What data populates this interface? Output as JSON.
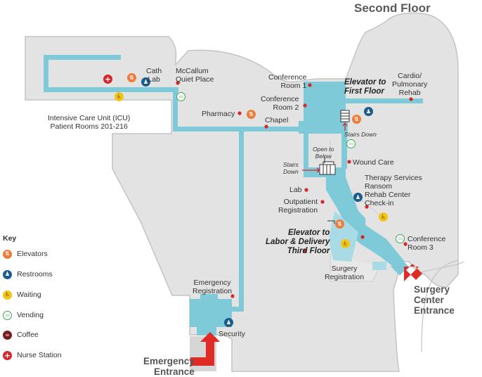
{
  "title": "Second Floor",
  "colors": {
    "floor": "#e3e3e3",
    "outline": "#c4c4c4",
    "corridor": "#7fcad9",
    "dot": "#d7262b",
    "arrow": "#e02a26",
    "elevator": "#f07c3c",
    "restroom": "#1d5d8e",
    "waiting": "#f2c416",
    "vending": "#3aa84a",
    "coffee": "#7a1a1a",
    "nurse": "#d7262b"
  },
  "key": {
    "title": "Key",
    "items": [
      {
        "icon": "elevator-icon",
        "label": "Elevators"
      },
      {
        "icon": "restroom-icon",
        "label": "Restrooms"
      },
      {
        "icon": "waiting-icon",
        "label": "Waiting"
      },
      {
        "icon": "vending-icon",
        "label": "Vending"
      },
      {
        "icon": "coffee-icon",
        "label": "Coffee"
      },
      {
        "icon": "nurse-station-icon",
        "label": "Nurse Station"
      }
    ]
  },
  "labels": {
    "cath_lab": "Cath\nLab",
    "mccallum": "McCallum\nQuiet Place",
    "icu": "Intensive Care Unit (ICU)\nPatient Rooms 201-216",
    "pharmacy": "Pharmacy",
    "chapel": "Chapel",
    "conf1": "Conference\nRoom 1",
    "conf2": "Conference\nRoom 2",
    "elevator_first": "Elevator to\nFirst Floor",
    "cardio": "Cardio/\nPulmonary\nRehab",
    "stairs_down_1": "Stairs Down",
    "open_below": "Open to\nBelow",
    "stairs_down_2": "Stairs\nDown",
    "wound_care": "Wound Care",
    "therapy": "Therapy Services\nRansom\nRehab Center\nCheck-in",
    "lab": "Lab",
    "outpatient": "Outpatient\nRegistration",
    "elevator_labor": "Elevator to\nLabor & Delivery\nThird Floor",
    "conf3": "Conference\nRoom 3",
    "surgery_reg": "Surgery\nRegistration",
    "emergency_reg": "Emergency\nRegistration",
    "security": "Security",
    "surgery_entrance": "Surgery\nCenter\nEntrance",
    "emergency_entrance": "Emergency\nEntrance"
  }
}
